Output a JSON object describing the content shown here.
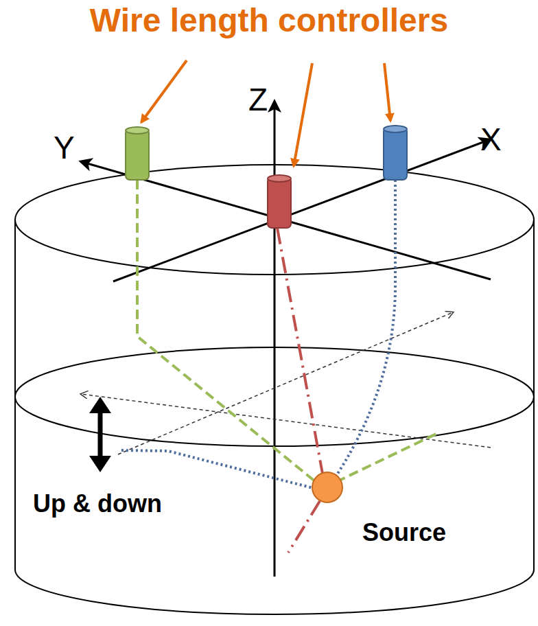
{
  "diagram": {
    "labels": [
      "Wire length controllers",
      "Z",
      "Y",
      "X",
      "Up & down",
      "Source"
    ]
  }
}
